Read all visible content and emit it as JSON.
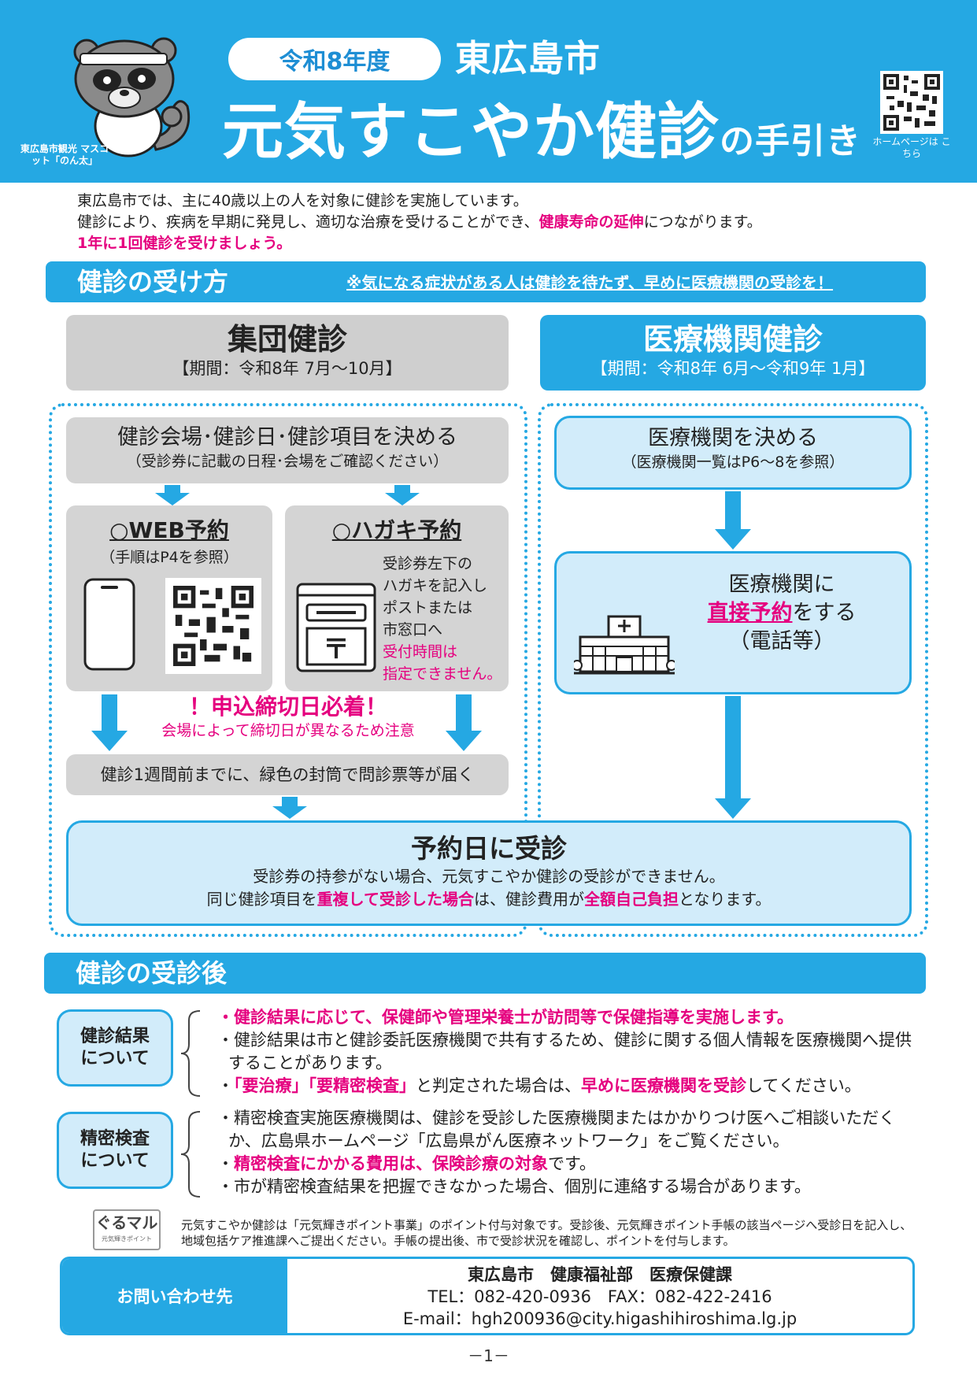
{
  "header": {
    "year_pill": "令和8年度",
    "city": "東広島市",
    "title_main": "元気すこやか健診",
    "title_sub": "の手引き",
    "mascot_caption": "東広島市観光 マスコット「のん太」",
    "qr_caption": "ホームページは こちら"
  },
  "intro": {
    "line1": "東広島市では、主に40歳以上の人を対象に健診を実施しています。",
    "line2_a": "健診により、疾病を早期に発見し、適切な治療を受けることができ、",
    "line2_b": "健康寿命の延伸",
    "line2_c": "につながります。",
    "line3": "1年に1回健診を受けましょう。"
  },
  "section1": {
    "title": "健診の受け方",
    "note": "※気になる症状がある人は健診を待たず、早めに医療機関の受診を！"
  },
  "group_exam": {
    "title": "集団健診",
    "period": "【期間：令和8年 7月～10月】",
    "decide_title": "健診会場･健診日･健診項目を決める",
    "decide_sub": "（受診券に記載の日程･会場をご確認ください）",
    "web_title": "○WEB予約",
    "web_sub": "（手順はP4を参照）",
    "post_title": "○ハガキ予約",
    "post_line1": "受診券左下の",
    "post_line2": "ハガキを記入し",
    "post_line3": "ポストまたは",
    "post_line4": "市窓口へ",
    "post_line5": "受付時間は",
    "post_line6": "指定できません。",
    "deadline_title": "！申込締切日必着！",
    "deadline_sub": "会場によって締切日が異なるため注意",
    "envelope": "健診1週間前までに、緑色の封筒で問診票等が届く"
  },
  "clinic_exam": {
    "title": "医療機関健診",
    "period": "【期間：令和8年 6月～令和9年 1月】",
    "decide_title": "医療機関を決める",
    "decide_sub": "（医療機関一覧はP6～8を参照）",
    "reserve_line1": "医療機関に",
    "reserve_link": "直接予約",
    "reserve_line2": "をする",
    "reserve_line3": "（電話等）"
  },
  "exam_day": {
    "title": "予約日に受診",
    "line1": "受診券の持参がない場合、元気すこやか健診の受診ができません。",
    "line2_a": "同じ健診項目を",
    "line2_b": "重複して受診した場合",
    "line2_c": "は、健診費用が",
    "line2_d": "全額自己負担",
    "line2_e": "となります。"
  },
  "section2": {
    "title": "健診の受診後",
    "result_label_1": "健診結果",
    "result_label_2": "について",
    "r1": "・健診結果に応じて、保健師や管理栄養士が訪問等で保健指導を実施します。",
    "r2": "・健診結果は市と健診委託医療機関で共有するため、健診に関する個人情報を医療機関へ提供することがあります。",
    "r3_a": "・",
    "r3_b": "「要治療」「要精密検査」",
    "r3_c": "と判定された場合は、",
    "r3_d": "早めに医療機関を受診",
    "r3_e": "してください。",
    "seimitsu_label_1": "精密検査",
    "seimitsu_label_2": "について",
    "s1": "・精密検査実施医療機関は、健診を受診した医療機関またはかかりつけ医へご相談いただくか、広島県ホームページ「広島県がん医療ネットワーク」をご覧ください。",
    "s2_a": "・",
    "s2_b": "精密検査にかかる費用は、保険診療の対象",
    "s2_c": "です。",
    "s3": "・市が精密検査結果を把握できなかった場合、個別に連絡する場合があります。"
  },
  "point": {
    "logo_main": "ぐるマル",
    "logo_sub": "元気輝きポイント",
    "text": "元気すこやか健診は「元気輝きポイント事業」のポイント付与対象です。受診後、元気輝きポイント手帳の該当ページへ受診日を記入し、地域包括ケア推進課へご提出ください。手帳の提出後、市で受診状況を確認し、ポイントを付与します。"
  },
  "contact": {
    "label": "お問い合わせ先",
    "dept": "東広島市　健康福祉部　医療保健課",
    "tel_fax": "TEL：082-420-0936　FAX：082-422-2416",
    "email": "E-mail：hgh200936@city.higashihiroshima.lg.jp"
  },
  "page_number": "－1－",
  "colors": {
    "brand_blue": "#25a8e3",
    "accent_pink": "#e5007f",
    "light_blue": "#d2ecfa",
    "gray_box": "#d4d4d4"
  },
  "icons": [
    "mascot-tanuki-icon",
    "qr-code-icon",
    "smartphone-icon",
    "postbox-icon",
    "hospital-icon",
    "down-arrow-icon"
  ]
}
